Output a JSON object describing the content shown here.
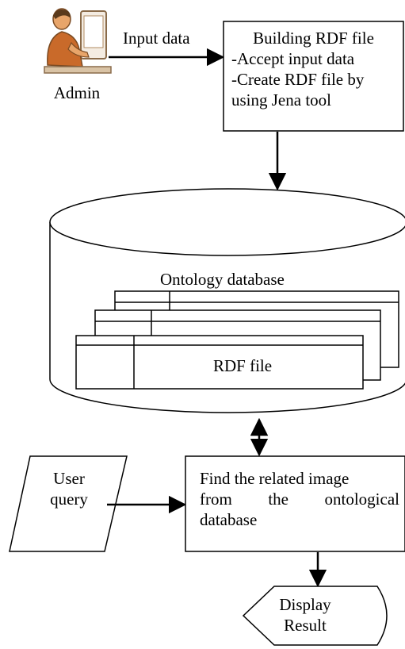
{
  "admin": {
    "label": "Admin"
  },
  "input_arrow": {
    "label": "Input data"
  },
  "build_box": {
    "title": "Building RDF file",
    "line1": "-Accept input data",
    "line2": "-Create RDF file by",
    "line3": "using Jena tool"
  },
  "database": {
    "label": "Ontology database",
    "file_label": "RDF file"
  },
  "user_query": {
    "line1": "User",
    "line2": "query"
  },
  "find_box": {
    "line1": "Find the related image",
    "line2": "from the ontological",
    "line3": "database"
  },
  "display": {
    "line1": "Display",
    "line2": "Result"
  },
  "colors": {
    "stroke": "#000000",
    "background": "#ffffff",
    "admin_skin": "#e8a56a",
    "admin_shirt": "#c96a2a"
  },
  "icons": {
    "admin": "person-at-computer-icon"
  }
}
